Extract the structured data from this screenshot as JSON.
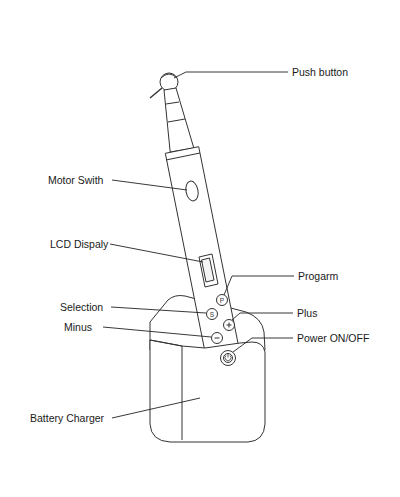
{
  "diagram": {
    "labels": [
      "Push button",
      "Motor Swith",
      "LCD Dispaly",
      "Progarm",
      "Selection",
      "Plus",
      "Minus",
      "Power ON/OFF",
      "Battery Charger",
      "P",
      "S"
    ]
  }
}
